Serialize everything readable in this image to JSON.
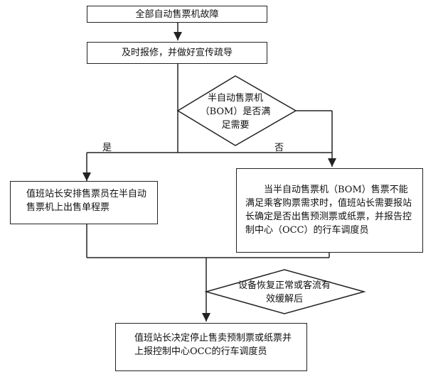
{
  "nodes": {
    "start": "全部自动售票机故障",
    "report": "及时报修，并做好宣传疏导",
    "decision_bom": "半自动售票机（BOM）是否满足需要",
    "yes_action": "值班站长安排售票员在半自动售票机上出售单程票",
    "no_action": "当半自动售票机（BOM）售票不能满足乘客购票需求时，值班站长需要报站长确定是否出售预测票或纸票，并报告控制中心（OCC）的行车调度员",
    "decision_recover": "设备恢复正常或客流有效缓解后",
    "end": "值班站长决定停止售卖预制票或纸票并上报控制中心OCC的行车调度员"
  },
  "labels": {
    "yes": "是",
    "no": "否"
  }
}
